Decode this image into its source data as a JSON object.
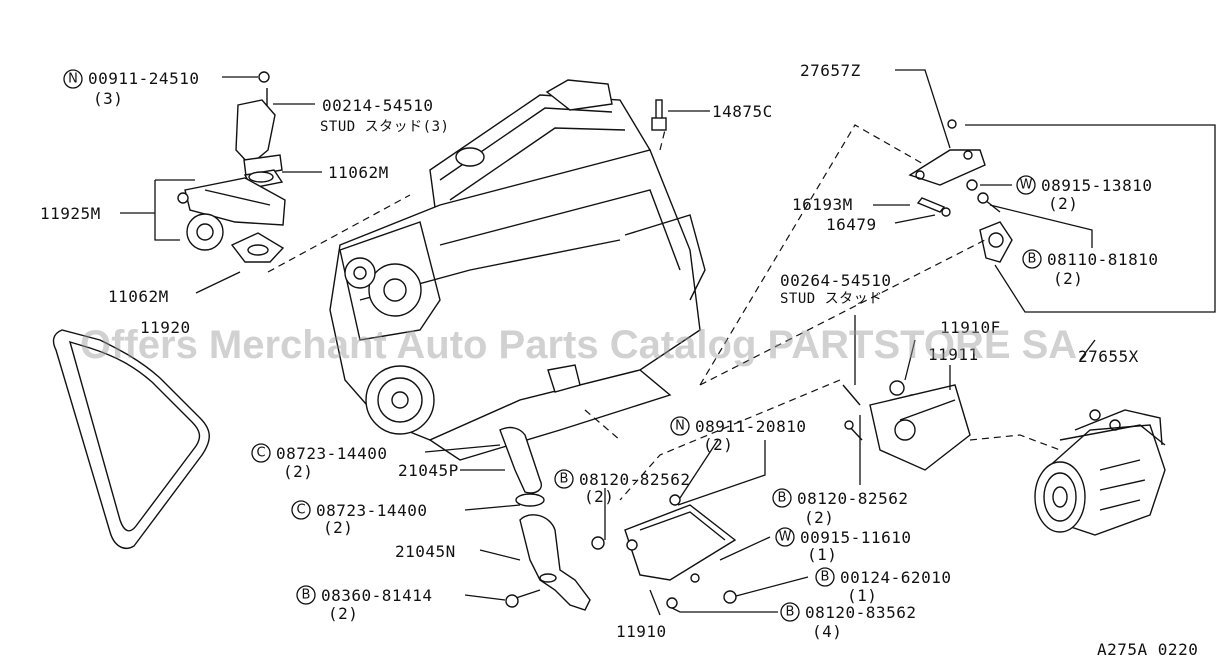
{
  "watermark": "Offers Merchant Auto Parts Catalog PARTSTORE SA",
  "diagram_code": "A275A 0220",
  "labels": {
    "p00911_24510": {
      "badge": "N",
      "number": "00911-24510",
      "qty": "(3)"
    },
    "p00214_54510": {
      "number": "00214-54510",
      "desc": "STUD スタッド(3)"
    },
    "p11062M_top": {
      "number": "11062M"
    },
    "p11925M": {
      "number": "11925M"
    },
    "p11062M_bot": {
      "number": "11062M"
    },
    "p11920": {
      "number": "11920"
    },
    "p14875C": {
      "number": "14875C"
    },
    "p27657Z": {
      "number": "27657Z"
    },
    "p08915_13810": {
      "badge": "W",
      "number": "08915-13810",
      "qty": "(2)"
    },
    "p16193M": {
      "number": "16193M"
    },
    "p16479": {
      "number": "16479"
    },
    "p08110_81810": {
      "badge": "B",
      "number": "08110-81810",
      "qty": "(2)"
    },
    "p00264_54510": {
      "number": "00264-54510",
      "desc": "STUD スタッド"
    },
    "p11910F": {
      "number": "11910F"
    },
    "p11911": {
      "number": "11911"
    },
    "p27655X": {
      "number": "27655X"
    },
    "p08911_20810": {
      "badge": "N",
      "number": "08911-20810",
      "qty": "(2)"
    },
    "p08723_14400_a": {
      "badge": "C",
      "number": "08723-14400",
      "qty": "(2)"
    },
    "p21045P": {
      "number": "21045P"
    },
    "p08120_82562_a": {
      "badge": "B",
      "number": "08120-82562",
      "qty": "(2)"
    },
    "p08120_82562_b": {
      "badge": "B",
      "number": "08120-82562",
      "qty": "(2)"
    },
    "p08723_14400_b": {
      "badge": "C",
      "number": "08723-14400",
      "qty": "(2)"
    },
    "p00915_11610": {
      "badge": "W",
      "number": "00915-11610",
      "qty": "(1)"
    },
    "p21045N": {
      "number": "21045N"
    },
    "p00124_62010": {
      "badge": "B",
      "number": "00124-62010",
      "qty": "(1)"
    },
    "p08360_81414": {
      "badge": "B",
      "number": "08360-81414",
      "qty": "(2)"
    },
    "p08120_83562": {
      "badge": "B",
      "number": "08120-83562",
      "qty": "(4)"
    },
    "p11910": {
      "number": "11910"
    }
  }
}
